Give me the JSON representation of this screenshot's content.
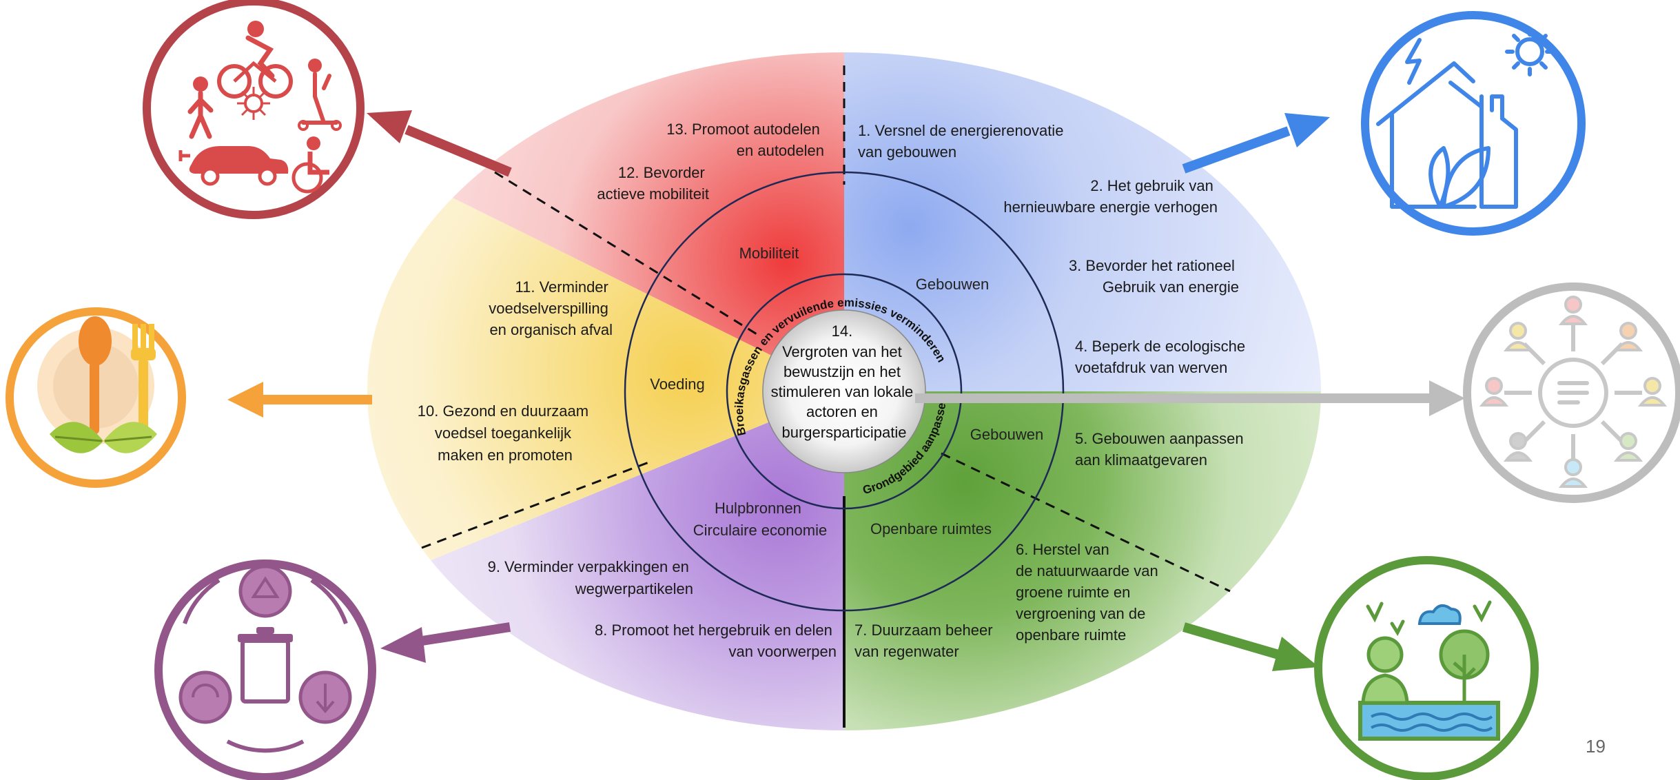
{
  "center": {
    "lines": [
      "14.",
      "Vergroten van het",
      "bewustzijn en het",
      "stimuleren van lokale",
      "actoren en",
      "burgersparticipatie"
    ]
  },
  "ring_labels": {
    "top": "Broeikasgassen en vervuilende emissies verminderen",
    "bottom_right": "Grondgebied aanpassen"
  },
  "categories": {
    "mobiliteit": "Mobiliteit",
    "gebouwen_top": "Gebouwen",
    "gebouwen_right": "Gebouwen",
    "voeding": "Voeding",
    "hulpbronnen": [
      "Hulpbronnen",
      "Circulaire economie"
    ],
    "openbare_ruimtes": "Openbare ruimtes"
  },
  "measures": [
    {
      "id": "m1",
      "lines": [
        "1. Versnel de energierenovatie",
        "van gebouwen"
      ]
    },
    {
      "id": "m2",
      "lines": [
        "2. Het gebruik van",
        "hernieuwbare energie verhogen"
      ]
    },
    {
      "id": "m3",
      "lines": [
        "3. Bevorder het rationeel",
        "Gebruik van energie"
      ]
    },
    {
      "id": "m4",
      "lines": [
        "4. Beperk de ecologische",
        "voetafdruk van werven"
      ]
    },
    {
      "id": "m5",
      "lines": [
        "5. Gebouwen aanpassen",
        "aan klimaatgevaren"
      ]
    },
    {
      "id": "m6",
      "lines": [
        "6. Herstel van",
        "de natuurwaarde van",
        "groene ruimte en",
        "vergroening van de",
        "openbare ruimte"
      ]
    },
    {
      "id": "m7",
      "lines": [
        "7. Duurzaam beheer",
        "van regenwater"
      ]
    },
    {
      "id": "m8",
      "lines": [
        "8. Promoot het hergebruik en delen",
        "van voorwerpen"
      ]
    },
    {
      "id": "m9",
      "lines": [
        "9. Verminder verpakkingen en",
        "wegwerpartikelen"
      ]
    },
    {
      "id": "m10",
      "lines": [
        "10. Gezond en duurzaam",
        "voedsel toegankelijk",
        "maken en promoten"
      ]
    },
    {
      "id": "m11",
      "lines": [
        "11. Verminder",
        "voedselverspilling",
        "en organisch afval"
      ]
    },
    {
      "id": "m12",
      "lines": [
        "12. Bevorder",
        "actieve mobiliteit"
      ]
    },
    {
      "id": "m13",
      "lines": [
        "13. Promoot autodelen",
        "en autodelen"
      ]
    }
  ],
  "page_number": "19",
  "icons": {
    "mobility": "mobility-icon",
    "building_energy": "building-energy-icon",
    "participation": "participation-icon",
    "food": "food-icon",
    "recycling": "recycling-icon",
    "green_space": "green-space-icon"
  },
  "colors": {
    "mobility": "#b5444a",
    "buildings": "#3f86e8",
    "participation": "#bdbdbd",
    "food": "#f5a23b",
    "resources": "#93568a",
    "green": "#5a9a3a"
  }
}
